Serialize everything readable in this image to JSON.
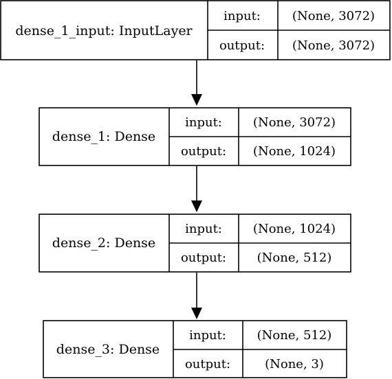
{
  "layers": [
    {
      "name": "dense_1_input: InputLayer",
      "input_label": "input:",
      "input_shape": "(None, 3072)",
      "output_label": "output:",
      "output_shape": "(None, 3072)"
    },
    {
      "name": "dense_1: Dense",
      "input_label": "input:",
      "input_shape": "(None, 3072)",
      "output_label": "output:",
      "output_shape": "(None, 1024)"
    },
    {
      "name": "dense_2: Dense",
      "input_label": "input:",
      "input_shape": "(None, 1024)",
      "output_label": "output:",
      "output_shape": "(None, 512)"
    },
    {
      "name": "dense_3: Dense",
      "input_label": "input:",
      "input_shape": "(None, 512)",
      "output_label": "output:",
      "output_shape": "(None, 3)"
    }
  ]
}
